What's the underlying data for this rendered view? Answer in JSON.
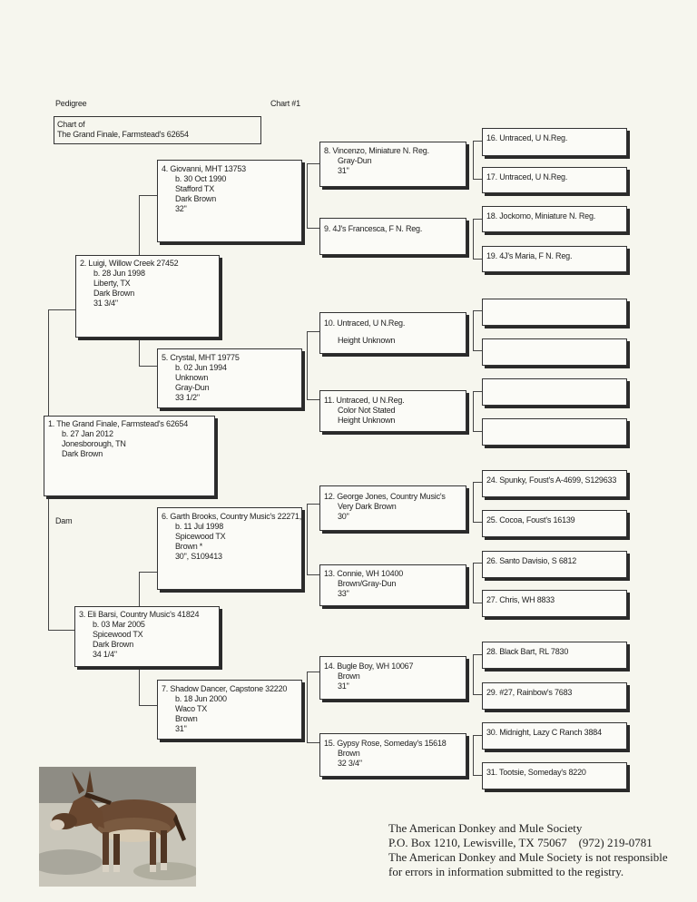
{
  "header": {
    "pedigree": "Pedigree",
    "chart": "Chart #1"
  },
  "chart_of": {
    "line1": "Chart of",
    "line2": "The Grand Finale, Farmstead's 62654"
  },
  "dam_label": "Dam",
  "animals": {
    "a1": {
      "name": "1. The Grand Finale, Farmstead's 62654",
      "details": [
        "b. 27 Jan 2012",
        "Jonesborough, TN",
        "Dark Brown"
      ]
    },
    "a2": {
      "name": "2. Luigi, Willow Creek 27452",
      "details": [
        "b. 28 Jun 1998",
        "Liberty, TX",
        "Dark Brown",
        "31 3/4\""
      ]
    },
    "a3": {
      "name": "3. Eli Barsi, Country Music's 41824",
      "details": [
        "b. 03 Mar 2005",
        "Spicewood TX",
        "Dark Brown",
        "34 1/4\""
      ]
    },
    "a4": {
      "name": "4. Giovanni, MHT 13753",
      "details": [
        "b. 30 Oct 1990",
        "Stafford TX",
        "Dark Brown",
        "32\""
      ]
    },
    "a5": {
      "name": "5. Crystal, MHT 19775",
      "details": [
        "b. 02 Jun 1994",
        "Unknown",
        "Gray-Dun",
        "33 1/2\""
      ]
    },
    "a6": {
      "name": "6. Garth Brooks, Country Music's 22271,",
      "details": [
        "b. 11 Jul 1998",
        "Spicewood TX",
        "Brown *",
        "30\", S109413"
      ]
    },
    "a7": {
      "name": "7. Shadow Dancer, Capstone 32220",
      "details": [
        "b. 18 Jun 2000",
        "Waco TX",
        "Brown",
        "31\""
      ]
    },
    "a8": {
      "name": "8. Vincenzo, Miniature N. Reg.",
      "details": [
        "Gray-Dun",
        "31\""
      ]
    },
    "a9": {
      "name": "9. 4J's Francesca, F N. Reg.",
      "details": []
    },
    "a10": {
      "name": "10. Untraced, U N.Reg.",
      "details": [
        "",
        "Height Unknown"
      ]
    },
    "a11": {
      "name": "11. Untraced, U N.Reg.",
      "details": [
        "Color Not Stated",
        "Height Unknown"
      ]
    },
    "a12": {
      "name": "12. George Jones, Country Music's",
      "details": [
        "Very Dark Brown",
        "30\""
      ]
    },
    "a13": {
      "name": "13. Connie, WH 10400",
      "details": [
        "Brown/Gray-Dun",
        "33\""
      ]
    },
    "a14": {
      "name": "14. Bugle Boy, WH 10067",
      "details": [
        "Brown",
        "31\""
      ]
    },
    "a15": {
      "name": "15. Gypsy Rose, Someday's 15618",
      "details": [
        "Brown",
        "32 3/4\""
      ]
    },
    "a16": {
      "name": "16. Untraced, U N.Reg."
    },
    "a17": {
      "name": "17. Untraced, U N.Reg."
    },
    "a18": {
      "name": "18. Jockomo, Miniature N. Reg."
    },
    "a19": {
      "name": "19. 4J's Maria, F N. Reg."
    },
    "a20": {
      "name": ""
    },
    "a21": {
      "name": ""
    },
    "a22": {
      "name": ""
    },
    "a23": {
      "name": ""
    },
    "a24": {
      "name": "24. Spunky, Foust's A-4699, S129633"
    },
    "a25": {
      "name": "25. Cocoa, Foust's 16139"
    },
    "a26": {
      "name": "26. Santo Davisio, S 6812"
    },
    "a27": {
      "name": "27. Chris, WH 8833"
    },
    "a28": {
      "name": "28. Black Bart, RL 7830"
    },
    "a29": {
      "name": "29. #27, Rainbow's 7683"
    },
    "a30": {
      "name": "30. Midnight, Lazy C Ranch 3884"
    },
    "a31": {
      "name": "31. Tootsie, Someday's 8220"
    }
  },
  "footer": {
    "line1": "The American Donkey and Mule Society",
    "line2": "P.O. Box 1210, Lewisville, TX 75067    (972) 219-0781",
    "line3": "The American Donkey and Mule Society is not responsible",
    "line4": "for errors in information submitted to the registry."
  },
  "colors": {
    "ink": "#222222",
    "paper": "#f6f6ee",
    "box_shadow": "#2a2a2a"
  },
  "photo": {
    "icon": "donkey-photo"
  }
}
